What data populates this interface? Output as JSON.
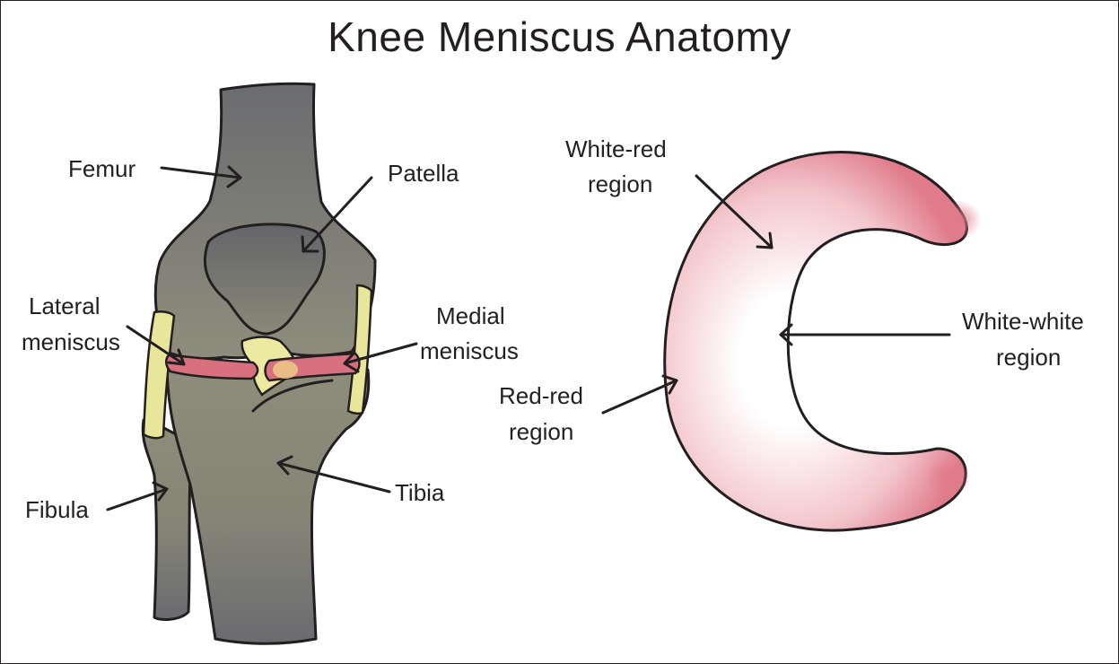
{
  "title": "Knee Meniscus Anatomy",
  "labels": {
    "femur": "Femur",
    "patella": "Patella",
    "lateral_meniscus": [
      "Lateral",
      "meniscus"
    ],
    "medial_meniscus": [
      "Medial",
      "meniscus"
    ],
    "fibula": "Fibula",
    "tibia": "Tibia",
    "white_red_region": [
      "White-red",
      "region"
    ],
    "white_white_region": [
      "White-white",
      "region"
    ],
    "red_red_region": [
      "Red-red",
      "region"
    ]
  },
  "colors": {
    "bone_light": "#8c8c7a",
    "bone_dark": "#6b6b6e",
    "ligament": "#e8e69a",
    "meniscus": "#d9707f",
    "outline": "#231f20",
    "meniscus_outer": "#e07b8b"
  }
}
